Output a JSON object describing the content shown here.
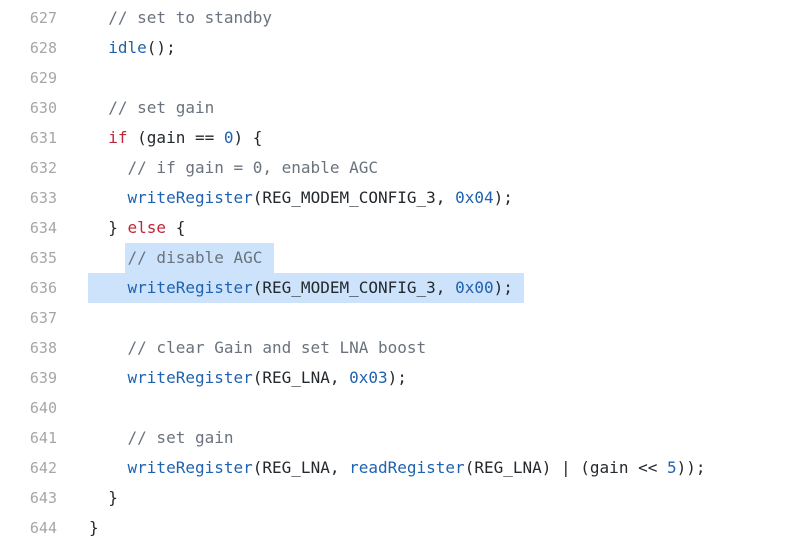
{
  "colors": {
    "background": "#ffffff",
    "line_number": "#a6a6a6",
    "text": "#24292e",
    "comment": "#6a737d",
    "keyword": "#c1253b",
    "function": "#1f62b0",
    "number": "#1f62b0",
    "selection": "#cce3fb"
  },
  "lines": [
    {
      "num": "627",
      "indent": "  ",
      "tokens": [
        {
          "t": "// set to standby",
          "k": "comment"
        }
      ]
    },
    {
      "num": "628",
      "indent": "  ",
      "tokens": [
        {
          "t": "idle",
          "k": "func"
        },
        {
          "t": "();",
          "k": "text"
        }
      ]
    },
    {
      "num": "629",
      "indent": "",
      "tokens": []
    },
    {
      "num": "630",
      "indent": "  ",
      "tokens": [
        {
          "t": "// set gain",
          "k": "comment"
        }
      ]
    },
    {
      "num": "631",
      "indent": "  ",
      "tokens": [
        {
          "t": "if",
          "k": "keyword"
        },
        {
          "t": " (gain == ",
          "k": "text"
        },
        {
          "t": "0",
          "k": "number"
        },
        {
          "t": ") {",
          "k": "text"
        }
      ]
    },
    {
      "num": "632",
      "indent": "    ",
      "tokens": [
        {
          "t": "// if gain = 0, enable AGC",
          "k": "comment"
        }
      ]
    },
    {
      "num": "633",
      "indent": "    ",
      "tokens": [
        {
          "t": "writeRegister",
          "k": "func"
        },
        {
          "t": "(REG_MODEM_CONFIG_3, ",
          "k": "text"
        },
        {
          "t": "0x04",
          "k": "number"
        },
        {
          "t": ");",
          "k": "text"
        }
      ]
    },
    {
      "num": "634",
      "indent": "  ",
      "tokens": [
        {
          "t": "} ",
          "k": "text"
        },
        {
          "t": "else",
          "k": "keyword"
        },
        {
          "t": " {",
          "k": "text"
        }
      ]
    },
    {
      "num": "635",
      "indent": "    ",
      "selection": "partial",
      "tokens": [
        {
          "t": "// disable AGC",
          "k": "comment"
        }
      ]
    },
    {
      "num": "636",
      "indent": "    ",
      "selection": "full",
      "tokens": [
        {
          "t": "writeRegister",
          "k": "func"
        },
        {
          "t": "(REG_MODEM_CONFIG_3, ",
          "k": "text"
        },
        {
          "t": "0x00",
          "k": "number"
        },
        {
          "t": ");",
          "k": "text"
        }
      ]
    },
    {
      "num": "637",
      "indent": "",
      "tokens": []
    },
    {
      "num": "638",
      "indent": "    ",
      "tokens": [
        {
          "t": "// clear Gain and set LNA boost",
          "k": "comment"
        }
      ]
    },
    {
      "num": "639",
      "indent": "    ",
      "tokens": [
        {
          "t": "writeRegister",
          "k": "func"
        },
        {
          "t": "(REG_LNA, ",
          "k": "text"
        },
        {
          "t": "0x03",
          "k": "number"
        },
        {
          "t": ");",
          "k": "text"
        }
      ]
    },
    {
      "num": "640",
      "indent": "",
      "tokens": []
    },
    {
      "num": "641",
      "indent": "    ",
      "tokens": [
        {
          "t": "// set gain",
          "k": "comment"
        }
      ]
    },
    {
      "num": "642",
      "indent": "    ",
      "tokens": [
        {
          "t": "writeRegister",
          "k": "func"
        },
        {
          "t": "(REG_LNA, ",
          "k": "text"
        },
        {
          "t": "readRegister",
          "k": "func"
        },
        {
          "t": "(REG_LNA) | (gain << ",
          "k": "text"
        },
        {
          "t": "5",
          "k": "number"
        },
        {
          "t": "));",
          "k": "text"
        }
      ]
    },
    {
      "num": "643",
      "indent": "  ",
      "tokens": [
        {
          "t": "}",
          "k": "text"
        }
      ]
    },
    {
      "num": "644",
      "indent": "",
      "tokens": [
        {
          "t": "}",
          "k": "text"
        }
      ]
    }
  ]
}
